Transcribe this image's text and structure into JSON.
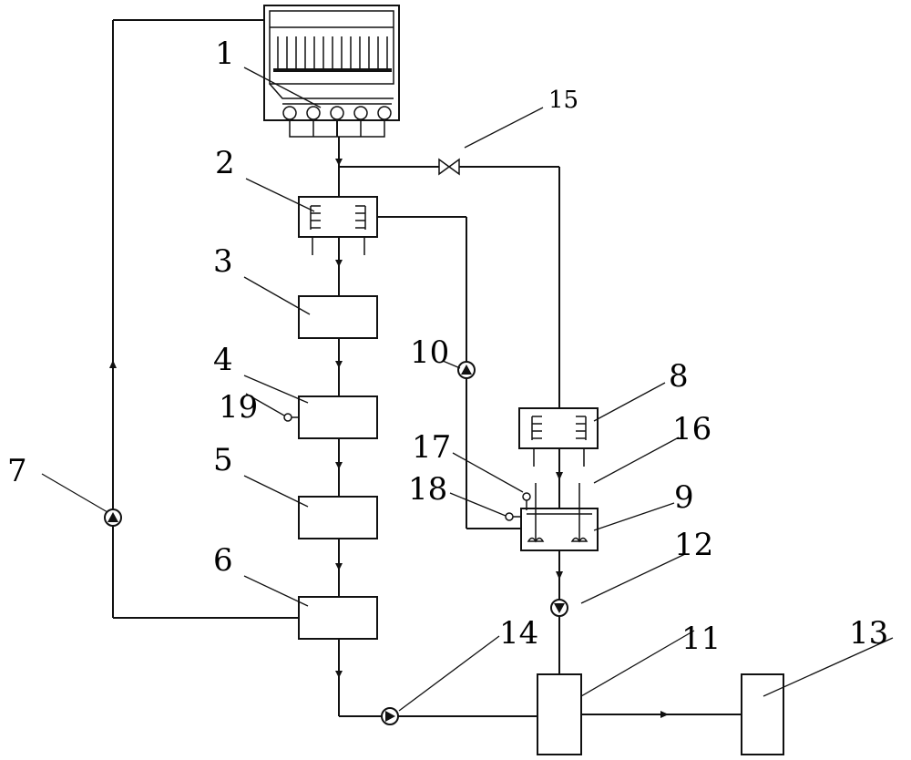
{
  "labels": {
    "n1": "1",
    "n2": "2",
    "n3": "3",
    "n4": "4",
    "n5": "5",
    "n6": "6",
    "n7": "7",
    "n8": "8",
    "n9": "9",
    "n10": "10",
    "n11": "11",
    "n12": "12",
    "n13": "13",
    "n14": "14",
    "n15": "15",
    "n16": "16",
    "n17": "17",
    "n18": "18",
    "n19": "19"
  },
  "colors": {
    "line": "#111111",
    "background": "#ffffff"
  },
  "icons": [
    "pump-icon",
    "valve-icon",
    "flow-arrow-icon",
    "sensor-icon",
    "stirrer-icon",
    "clarifier-icon",
    "bath-tank-icon"
  ]
}
